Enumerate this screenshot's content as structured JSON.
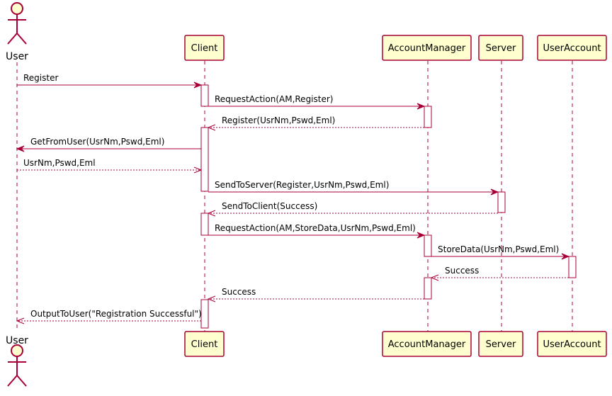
{
  "participants": [
    {
      "id": "user",
      "label": "User",
      "kind": "actor"
    },
    {
      "id": "client",
      "label": "Client",
      "kind": "box"
    },
    {
      "id": "am",
      "label": "AccountManager",
      "kind": "box"
    },
    {
      "id": "server",
      "label": "Server",
      "kind": "box"
    },
    {
      "id": "ua",
      "label": "UserAccount",
      "kind": "box"
    }
  ],
  "messages": [
    {
      "from": "user",
      "to": "client",
      "label": "Register",
      "type": "sync"
    },
    {
      "from": "client",
      "to": "am",
      "label": "RequestAction(AM,Register)",
      "type": "sync"
    },
    {
      "from": "am",
      "to": "client",
      "label": "Register(UsrNm,Pswd,Eml)",
      "type": "return"
    },
    {
      "from": "client",
      "to": "user",
      "label": "GetFromUser(UsrNm,Pswd,Eml)",
      "type": "sync"
    },
    {
      "from": "user",
      "to": "client",
      "label": "UsrNm,Pswd,Eml",
      "type": "return"
    },
    {
      "from": "client",
      "to": "server",
      "label": "SendToServer(Register,UsrNm,Pswd,Eml)",
      "type": "sync"
    },
    {
      "from": "server",
      "to": "client",
      "label": "SendToClient(Success)",
      "type": "return"
    },
    {
      "from": "client",
      "to": "am",
      "label": "RequestAction(AM,StoreData,UsrNm,Pswd,Eml)",
      "type": "sync"
    },
    {
      "from": "am",
      "to": "ua",
      "label": "StoreData(UsrNm,Pswd,Eml)",
      "type": "sync"
    },
    {
      "from": "ua",
      "to": "am",
      "label": "Success",
      "type": "return"
    },
    {
      "from": "am",
      "to": "client",
      "label": "Success",
      "type": "return"
    },
    {
      "from": "client",
      "to": "user",
      "label": "OutputToUser(\"Registration Successful\")",
      "type": "return"
    }
  ]
}
